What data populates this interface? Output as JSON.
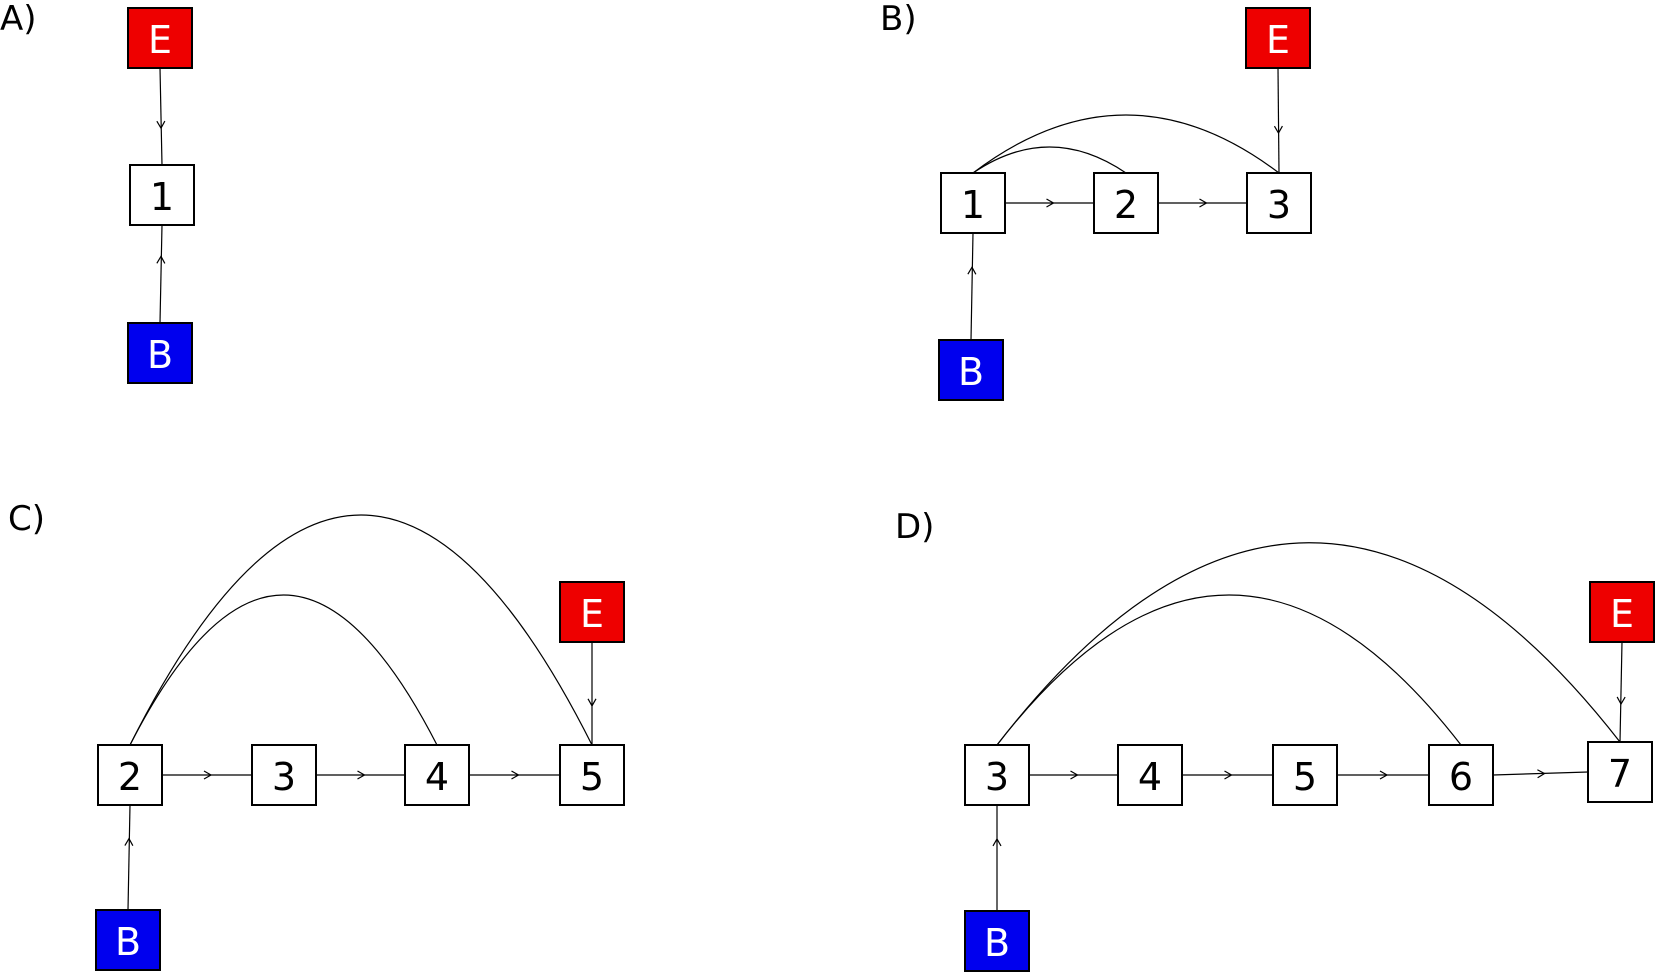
{
  "colors": {
    "begin": "#0000ee",
    "end": "#ee0000",
    "plain": "#ffffff",
    "begin_text": "#ffffff",
    "end_text": "#ffffff",
    "plain_text": "#000000"
  },
  "panels": [
    {
      "id": "A",
      "label": "A)",
      "nodes": [
        {
          "id": "E",
          "text": "E",
          "kind": "end"
        },
        {
          "id": "n1",
          "text": "1",
          "kind": "plain"
        },
        {
          "id": "B",
          "text": "B",
          "kind": "begin"
        }
      ],
      "edges": [
        {
          "from": "E",
          "to": "n1",
          "style": "vertical-down"
        },
        {
          "from": "B",
          "to": "n1",
          "style": "vertical-up"
        }
      ]
    },
    {
      "id": "B",
      "label": "B)",
      "nodes": [
        {
          "id": "E",
          "text": "E",
          "kind": "end"
        },
        {
          "id": "n1",
          "text": "1",
          "kind": "plain"
        },
        {
          "id": "n2",
          "text": "2",
          "kind": "plain"
        },
        {
          "id": "n3",
          "text": "3",
          "kind": "plain"
        },
        {
          "id": "B",
          "text": "B",
          "kind": "begin"
        }
      ],
      "edges": [
        {
          "from": "n1",
          "to": "n2",
          "style": "horizontal"
        },
        {
          "from": "n2",
          "to": "n3",
          "style": "horizontal"
        },
        {
          "from": "n1",
          "to": "n2",
          "style": "arc"
        },
        {
          "from": "n1",
          "to": "n3",
          "style": "arc"
        },
        {
          "from": "E",
          "to": "n3",
          "style": "vertical-down"
        },
        {
          "from": "B",
          "to": "n1",
          "style": "vertical-up"
        }
      ]
    },
    {
      "id": "C",
      "label": "C)",
      "nodes": [
        {
          "id": "E",
          "text": "E",
          "kind": "end"
        },
        {
          "id": "n2",
          "text": "2",
          "kind": "plain"
        },
        {
          "id": "n3",
          "text": "3",
          "kind": "plain"
        },
        {
          "id": "n4",
          "text": "4",
          "kind": "plain"
        },
        {
          "id": "n5",
          "text": "5",
          "kind": "plain"
        },
        {
          "id": "B",
          "text": "B",
          "kind": "begin"
        }
      ],
      "edges": [
        {
          "from": "n2",
          "to": "n3",
          "style": "horizontal"
        },
        {
          "from": "n3",
          "to": "n4",
          "style": "horizontal"
        },
        {
          "from": "n4",
          "to": "n5",
          "style": "horizontal"
        },
        {
          "from": "n2",
          "to": "n4",
          "style": "arc"
        },
        {
          "from": "n2",
          "to": "n5",
          "style": "arc"
        },
        {
          "from": "E",
          "to": "n5",
          "style": "vertical-down"
        },
        {
          "from": "B",
          "to": "n2",
          "style": "vertical-up"
        }
      ]
    },
    {
      "id": "D",
      "label": "D)",
      "nodes": [
        {
          "id": "E",
          "text": "E",
          "kind": "end"
        },
        {
          "id": "n3",
          "text": "3",
          "kind": "plain"
        },
        {
          "id": "n4",
          "text": "4",
          "kind": "plain"
        },
        {
          "id": "n5",
          "text": "5",
          "kind": "plain"
        },
        {
          "id": "n6",
          "text": "6",
          "kind": "plain"
        },
        {
          "id": "n7",
          "text": "7",
          "kind": "plain"
        },
        {
          "id": "B",
          "text": "B",
          "kind": "begin"
        }
      ],
      "edges": [
        {
          "from": "n3",
          "to": "n4",
          "style": "horizontal"
        },
        {
          "from": "n4",
          "to": "n5",
          "style": "horizontal"
        },
        {
          "from": "n5",
          "to": "n6",
          "style": "horizontal"
        },
        {
          "from": "n6",
          "to": "n7",
          "style": "horizontal"
        },
        {
          "from": "n3",
          "to": "n6",
          "style": "arc"
        },
        {
          "from": "n3",
          "to": "n7",
          "style": "arc"
        },
        {
          "from": "E",
          "to": "n7",
          "style": "vertical-down"
        },
        {
          "from": "B",
          "to": "n3",
          "style": "vertical-up"
        }
      ]
    }
  ]
}
